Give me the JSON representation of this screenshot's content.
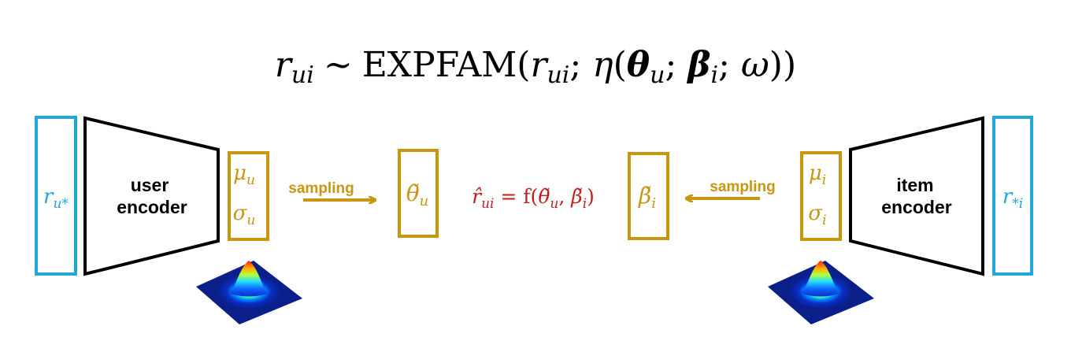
{
  "formula": {
    "r": "r",
    "ui": "ui",
    "tilde": "∼",
    "expfam": "EXPFAM(",
    "r2": "r",
    "ui2": "ui",
    "semi1": "; ",
    "eta": "η",
    "paren_open": "(",
    "theta": "θ",
    "u": "u",
    "semi2": "; ",
    "beta": "β",
    "i": "i",
    "semi3": "; ",
    "omega": "ω",
    "close": "))"
  },
  "user_side": {
    "input_sym": "r",
    "input_sub": "u*",
    "encoder_line1": "user",
    "encoder_line2": "encoder",
    "mu": "μ",
    "mu_sub": "u",
    "sigma": "σ",
    "sigma_sub": "u",
    "sampling_label": "sampling",
    "theta_sym": "θ̃",
    "theta_sub": "u"
  },
  "item_side": {
    "input_sym": "r",
    "input_sub": "*i",
    "encoder_line1": "item",
    "encoder_line2": "encoder",
    "mu": "μ",
    "mu_sub": "i",
    "sigma": "σ",
    "sigma_sub": "i",
    "sampling_label": "sampling",
    "beta_sym": "β̃",
    "beta_sub": "i"
  },
  "prediction": {
    "rhat": "r̂",
    "ui": "ui",
    "eq": " = f(",
    "theta": "θ̃",
    "u": "u",
    "comma": ", ",
    "beta": "β̃",
    "i": "i",
    "close": ")"
  },
  "colors": {
    "blue": "#1fa8d8",
    "gold": "#c8960f",
    "red": "#c0201c",
    "black": "#000000"
  }
}
